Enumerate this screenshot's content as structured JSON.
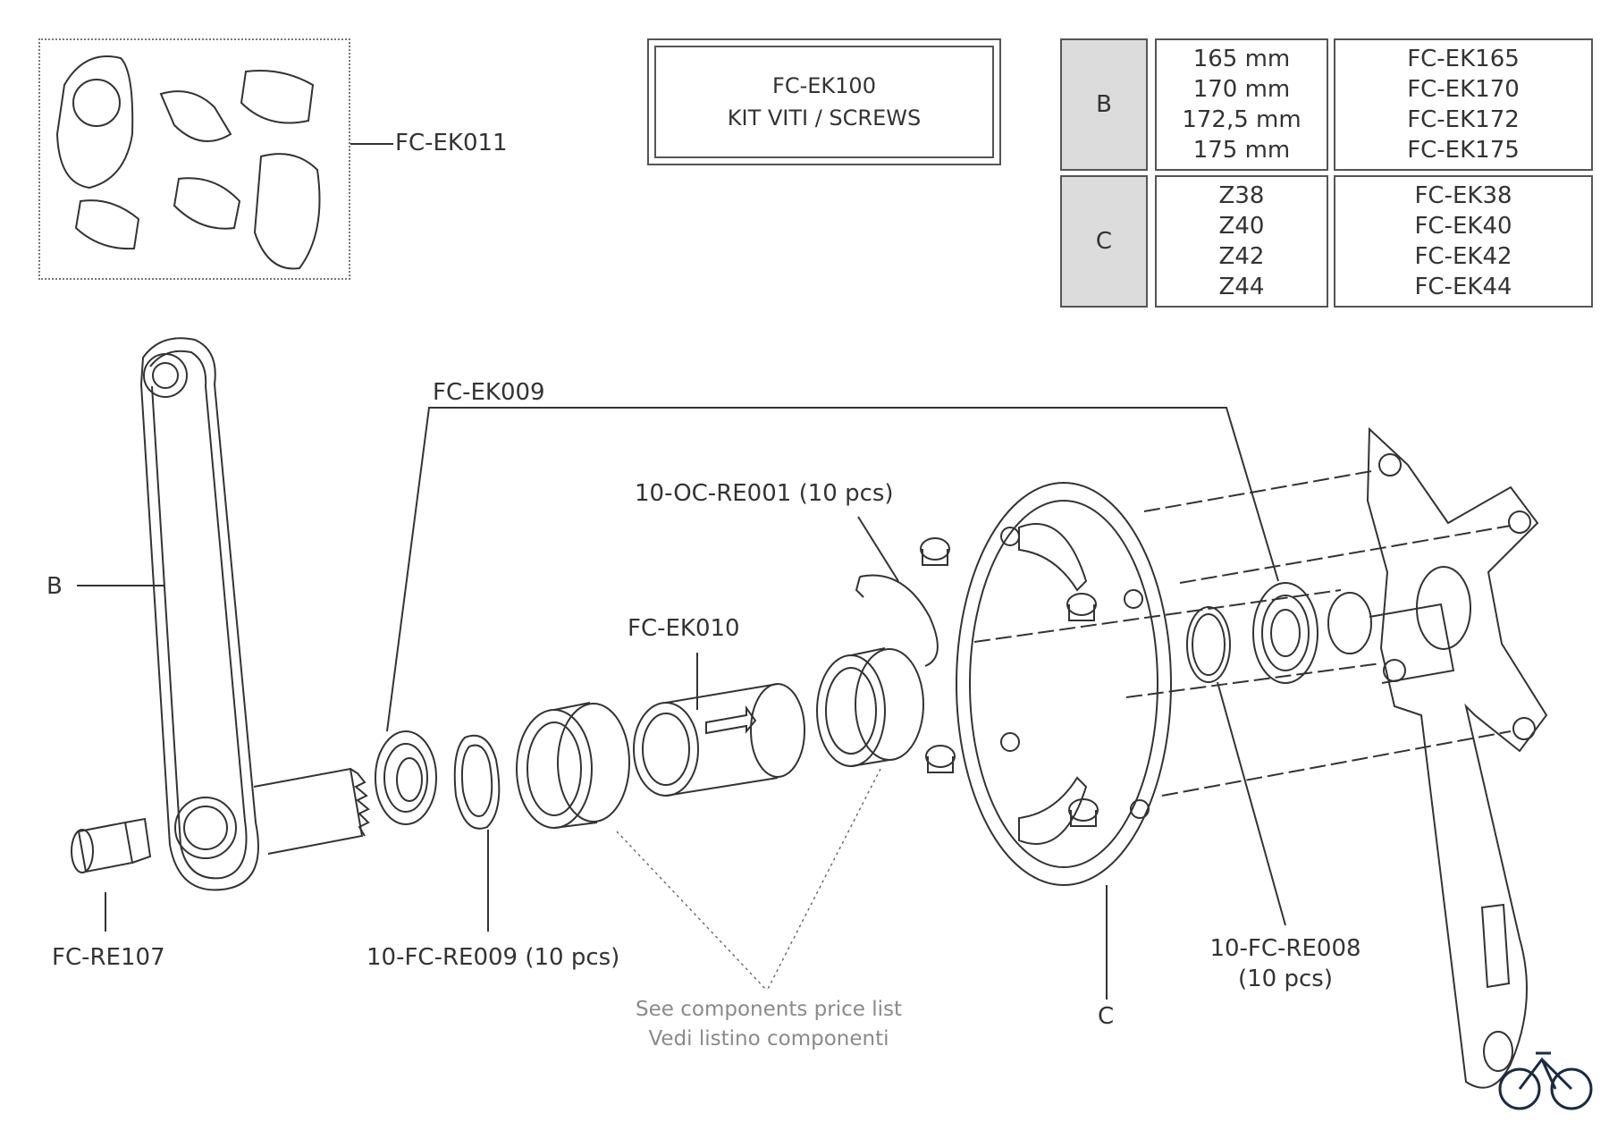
{
  "labels": {
    "ek011": "FC-EK011",
    "ek009": "FC-EK009",
    "oc_re001": "10-OC-RE001 (10 pcs)",
    "ek010": "FC-EK010",
    "b": "B",
    "c": "C",
    "re107": "FC-RE107",
    "re009": "10-FC-RE009 (10 pcs)",
    "re008_line1": "10-FC-RE008",
    "re008_line2": "(10 pcs)",
    "see_list_en": "See components price list",
    "see_list_it": "Vedi listino componenti"
  },
  "kit_box": {
    "line1": "FC-EK100",
    "line2": "KIT VITI / SCREWS"
  },
  "spec_table": {
    "rows": [
      {
        "key": "B",
        "sizes": [
          "165 mm",
          "170 mm",
          "172,5 mm",
          "175 mm"
        ],
        "codes": [
          "FC-EK165",
          "FC-EK170",
          "FC-EK172",
          "FC-EK175"
        ]
      },
      {
        "key": "C",
        "sizes": [
          "Z38",
          "Z40",
          "Z42",
          "Z44"
        ],
        "codes": [
          "FC-EK38",
          "FC-EK40",
          "FC-EK42",
          "FC-EK44"
        ]
      }
    ]
  },
  "colors": {
    "line": "#333333",
    "key_cell_bg": "#dcdcdc",
    "note_text": "#8a8a8a"
  },
  "icons": [
    "bicycle-logo-icon"
  ]
}
